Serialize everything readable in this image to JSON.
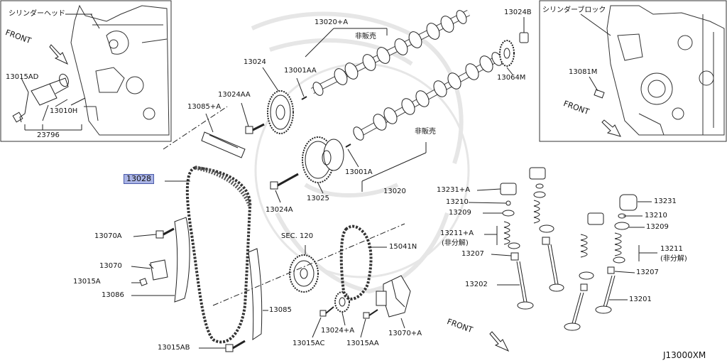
{
  "diagram": {
    "figure_code": "J13000XM",
    "highlighted_part": "13028",
    "insets": {
      "cylinder_head": {
        "title": "シリンダーヘッド",
        "direction": "FRONT",
        "parts": [
          "13015AD",
          "13010H",
          "23796"
        ]
      },
      "cylinder_block": {
        "title": "シリンダーブロック",
        "direction": "FRONT",
        "parts": [
          "13081M"
        ]
      }
    },
    "main_direction": "FRONT",
    "not_for_sale_note": "非販売",
    "not_serviced_note": "(非分解)",
    "labels": {
      "p13020A": "13020+A",
      "p13024": "13024",
      "p13001AA": "13001AA",
      "p13024AA": "13024AA",
      "p13085A": "13085+A",
      "p13028": "13028",
      "p13024A": "13024A",
      "p13025": "13025",
      "p13001A": "13001A",
      "p13020": "13020",
      "p13024B": "13024B",
      "p13064M": "13064M",
      "p13070A": "13070A",
      "p13070": "13070",
      "p13015A": "13015A",
      "p13086": "13086",
      "sec120": "SEC. 120",
      "p15041N": "15041N",
      "p13085": "13085",
      "p13015AB": "13015AB",
      "p13015AC": "13015AC",
      "p13024plusA": "13024+A",
      "p13015AA": "13015AA",
      "p13070plusA": "13070+A",
      "p13231A": "13231+A",
      "p13210a": "13210",
      "p13209a": "13209",
      "p13211A": "13211+A",
      "p13207a": "13207",
      "p13202": "13202",
      "p13231": "13231",
      "p13210b": "13210",
      "p13209b": "13209",
      "p13211": "13211",
      "p13207b": "13207",
      "p13201": "13201"
    }
  }
}
